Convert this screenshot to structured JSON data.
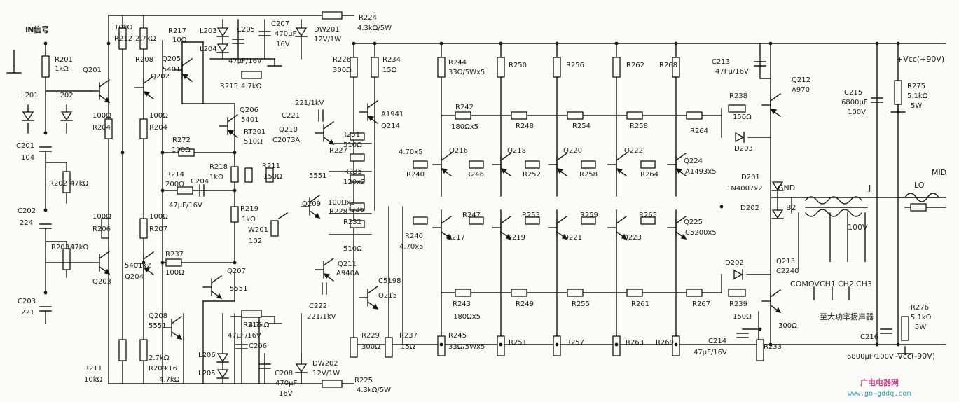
{
  "diagram": {
    "in_label": "IN信号",
    "top_rail": "+Vcc(+90V)",
    "bottom_rail": "-Vcc(-90V)",
    "gnd_label": "GND",
    "j_label": "J",
    "lo_label": "LO",
    "mid_label": "MID",
    "b2_label": "B2",
    "tap_voltage": "100V",
    "output_labels": [
      "COMOV",
      "CH1",
      "CH2",
      "CH3"
    ],
    "speaker_note": "至大功率扬声器",
    "watermark_top": "广电电器网",
    "watermark_bottom": "www.go-gddq.com",
    "labels": [
      {
        "id": "r201",
        "text": "R201"
      },
      {
        "id": "r201v",
        "text": "1kΩ"
      },
      {
        "id": "q201",
        "text": "Q201"
      },
      {
        "id": "r212",
        "text": "R212"
      },
      {
        "id": "r212v",
        "text": "10kΩ"
      },
      {
        "id": "r208",
        "text": "R208"
      },
      {
        "id": "r208v",
        "text": "2.7kΩ"
      },
      {
        "id": "r217",
        "text": "R217"
      },
      {
        "id": "r217v",
        "text": "10Ω"
      },
      {
        "id": "l203",
        "text": "L203"
      },
      {
        "id": "l204",
        "text": "L204"
      },
      {
        "id": "c205",
        "text": "C205"
      },
      {
        "id": "c207",
        "text": "C207"
      },
      {
        "id": "c207v",
        "text": "470μF"
      },
      {
        "id": "c207v2",
        "text": "16V"
      },
      {
        "id": "dw201",
        "text": "DW201"
      },
      {
        "id": "dw201v",
        "text": "12V/1W"
      },
      {
        "id": "r224",
        "text": "R224"
      },
      {
        "id": "r224v",
        "text": "4.3kΩ/5W"
      },
      {
        "id": "q205",
        "text": "Q205"
      },
      {
        "id": "q205v",
        "text": "5401"
      },
      {
        "id": "c205v",
        "text": "47μF/16V"
      },
      {
        "id": "r215",
        "text": "R215"
      },
      {
        "id": "r215v",
        "text": "4.7kΩ"
      },
      {
        "id": "r226",
        "text": "R226"
      },
      {
        "id": "r226v",
        "text": "300Ω"
      },
      {
        "id": "r234",
        "text": "R234"
      },
      {
        "id": "r234v",
        "text": "15Ω"
      },
      {
        "id": "r244",
        "text": "R244"
      },
      {
        "id": "r244v",
        "text": "33Ω/5Wx5"
      },
      {
        "id": "r250",
        "text": "R250"
      },
      {
        "id": "r256",
        "text": "R256"
      },
      {
        "id": "r262",
        "text": "R262"
      },
      {
        "id": "r268",
        "text": "R268"
      },
      {
        "id": "c213",
        "text": "C213"
      },
      {
        "id": "c213v",
        "text": "47Fμ/16V"
      },
      {
        "id": "q212",
        "text": "Q212"
      },
      {
        "id": "q212v",
        "text": "A970"
      },
      {
        "id": "c215",
        "text": "C215"
      },
      {
        "id": "c215v",
        "text": "6800μF"
      },
      {
        "id": "c215v2",
        "text": "100V"
      },
      {
        "id": "r275",
        "text": "R275"
      },
      {
        "id": "r275v",
        "text": "5.1kΩ"
      },
      {
        "id": "r275v2",
        "text": "5W"
      },
      {
        "id": "l201",
        "text": "L201"
      },
      {
        "id": "l202",
        "text": "L202"
      },
      {
        "id": "r204a",
        "text": "R204"
      },
      {
        "id": "r204av",
        "text": "100Ω"
      },
      {
        "id": "q202",
        "text": "Q202"
      },
      {
        "id": "r204b",
        "text": "R204"
      },
      {
        "id": "r204bv",
        "text": "100Ω"
      },
      {
        "id": "q206",
        "text": "Q206"
      },
      {
        "id": "q206v",
        "text": "5401"
      },
      {
        "id": "c221",
        "text": "C221"
      },
      {
        "id": "c221v",
        "text": "221/1kV"
      },
      {
        "id": "q210",
        "text": "Q210"
      },
      {
        "id": "q210v",
        "text": "C2073A"
      },
      {
        "id": "r231",
        "text": "R231"
      },
      {
        "id": "r231v",
        "text": "510Ω"
      },
      {
        "id": "q214",
        "text": "Q214"
      },
      {
        "id": "q214v",
        "text": "A1941"
      },
      {
        "id": "r242",
        "text": "R242"
      },
      {
        "id": "r242v",
        "text": "180Ωx5"
      },
      {
        "id": "r248",
        "text": "R248"
      },
      {
        "id": "r254",
        "text": "R254"
      },
      {
        "id": "r258",
        "text": "R258"
      },
      {
        "id": "r264a",
        "text": "R264"
      },
      {
        "id": "r238",
        "text": "R238"
      },
      {
        "id": "r238v",
        "text": "150Ω"
      },
      {
        "id": "d203",
        "text": "D203"
      },
      {
        "id": "c201",
        "text": "C201"
      },
      {
        "id": "c201v",
        "text": "104"
      },
      {
        "id": "r272",
        "text": "R272"
      },
      {
        "id": "r272v",
        "text": "100Ω"
      },
      {
        "id": "rt201",
        "text": "RT201"
      },
      {
        "id": "rt201v",
        "text": "510Ω"
      },
      {
        "id": "r227",
        "text": "R227"
      },
      {
        "id": "r235",
        "text": "R235"
      },
      {
        "id": "r235v",
        "text": "120x2"
      },
      {
        "id": "q216",
        "text": "Q216"
      },
      {
        "id": "q218",
        "text": "Q218"
      },
      {
        "id": "q220",
        "text": "Q220"
      },
      {
        "id": "q222",
        "text": "Q222"
      },
      {
        "id": "q224",
        "text": "Q224"
      },
      {
        "id": "q224v",
        "text": "A1493x5"
      },
      {
        "id": "d201",
        "text": "D201"
      },
      {
        "id": "d201v",
        "text": "1N4007x2"
      },
      {
        "id": "r202",
        "text": "R202"
      },
      {
        "id": "r202v",
        "text": "47kΩ"
      },
      {
        "id": "r214",
        "text": "R214"
      },
      {
        "id": "r214v",
        "text": "200Ω"
      },
      {
        "id": "c204",
        "text": "C204"
      },
      {
        "id": "c204v",
        "text": "47μF/16V"
      },
      {
        "id": "r218",
        "text": "R218"
      },
      {
        "id": "r218v",
        "text": "1kΩ"
      },
      {
        "id": "r211a",
        "text": "R211"
      },
      {
        "id": "r211av",
        "text": "150Ω"
      },
      {
        "id": "q209v",
        "text": "5551"
      },
      {
        "id": "q209v2",
        "text": "Q209"
      },
      {
        "id": "r228",
        "text": "R228"
      },
      {
        "id": "r228v",
        "text": "100Ωx2"
      },
      {
        "id": "r240a",
        "text": "R240"
      },
      {
        "id": "r240av",
        "text": "4.70x5"
      },
      {
        "id": "r246",
        "text": "R246"
      },
      {
        "id": "r252",
        "text": "R252"
      },
      {
        "id": "r258b",
        "text": "R258"
      },
      {
        "id": "r264b",
        "text": "R264"
      },
      {
        "id": "c202",
        "text": "C202"
      },
      {
        "id": "c202v",
        "text": "224"
      },
      {
        "id": "r206",
        "text": "R206"
      },
      {
        "id": "r206v",
        "text": "100Ω"
      },
      {
        "id": "r207",
        "text": "R207"
      },
      {
        "id": "r207v",
        "text": "100Ω"
      },
      {
        "id": "r219",
        "text": "R219"
      },
      {
        "id": "r219v",
        "text": "1kΩ"
      },
      {
        "id": "w201",
        "text": "W201"
      },
      {
        "id": "w201v",
        "text": "102"
      },
      {
        "id": "r236",
        "text": "R236"
      },
      {
        "id": "r232",
        "text": "R232"
      },
      {
        "id": "r232v",
        "text": "510Ω"
      },
      {
        "id": "q217",
        "text": "Q217"
      },
      {
        "id": "r247",
        "text": "R247"
      },
      {
        "id": "q219",
        "text": "Q219"
      },
      {
        "id": "r253",
        "text": "R253"
      },
      {
        "id": "q221",
        "text": "Q221"
      },
      {
        "id": "r259",
        "text": "R259"
      },
      {
        "id": "q223",
        "text": "Q223"
      },
      {
        "id": "r265",
        "text": "R265"
      },
      {
        "id": "q225",
        "text": "Q225"
      },
      {
        "id": "q225v",
        "text": "C5200x5"
      },
      {
        "id": "d202a",
        "text": "D202"
      },
      {
        "id": "r203",
        "text": "R203"
      },
      {
        "id": "r203v",
        "text": "47kΩ"
      },
      {
        "id": "q203",
        "text": "Q203"
      },
      {
        "id": "q204",
        "text": "Q204"
      },
      {
        "id": "q204v",
        "text": "5401x2"
      },
      {
        "id": "r237a",
        "text": "R237"
      },
      {
        "id": "r237av",
        "text": "100Ω"
      },
      {
        "id": "q207",
        "text": "Q207"
      },
      {
        "id": "q207v",
        "text": "5551"
      },
      {
        "id": "q211",
        "text": "Q211"
      },
      {
        "id": "q211v",
        "text": "A940A"
      },
      {
        "id": "q215",
        "text": "Q215"
      },
      {
        "id": "q215v",
        "text": "C5198"
      },
      {
        "id": "r240b",
        "text": "R240"
      },
      {
        "id": "r240bv",
        "text": "4.70x5"
      },
      {
        "id": "d202b",
        "text": "D202"
      },
      {
        "id": "q213",
        "text": "Q213"
      },
      {
        "id": "q213v",
        "text": "C2240"
      },
      {
        "id": "c203",
        "text": "C203"
      },
      {
        "id": "c203v",
        "text": "221"
      },
      {
        "id": "q208",
        "text": "Q208"
      },
      {
        "id": "q208v",
        "text": "5551"
      },
      {
        "id": "r216a",
        "text": "R216"
      },
      {
        "id": "r216av",
        "text": "4.7kΩ"
      },
      {
        "id": "c206",
        "text": "C206"
      },
      {
        "id": "c206v",
        "text": "47μF/16V"
      },
      {
        "id": "c222",
        "text": "C222"
      },
      {
        "id": "c222v",
        "text": "221/1kV"
      },
      {
        "id": "r243",
        "text": "R243"
      },
      {
        "id": "r243v",
        "text": "180Ωx5"
      },
      {
        "id": "r249",
        "text": "R249"
      },
      {
        "id": "r255",
        "text": "R255"
      },
      {
        "id": "r261",
        "text": "R261"
      },
      {
        "id": "r267",
        "text": "R267"
      },
      {
        "id": "r239",
        "text": "R239"
      },
      {
        "id": "r239v",
        "text": "150Ω"
      },
      {
        "id": "r211b",
        "text": "R211"
      },
      {
        "id": "r211bv",
        "text": "10kΩ"
      },
      {
        "id": "r209",
        "text": "R209"
      },
      {
        "id": "r209v",
        "text": "2.7kΩ"
      },
      {
        "id": "r216b",
        "text": "R216"
      },
      {
        "id": "r216bv",
        "text": "4.7kΩ"
      },
      {
        "id": "l206",
        "text": "L206"
      },
      {
        "id": "l205",
        "text": "L205"
      },
      {
        "id": "c208",
        "text": "C208"
      },
      {
        "id": "c208v",
        "text": "470μF"
      },
      {
        "id": "c208v2",
        "text": "16V"
      },
      {
        "id": "dw202",
        "text": "DW202"
      },
      {
        "id": "dw202v",
        "text": "12V/1W"
      },
      {
        "id": "r225",
        "text": "R225"
      },
      {
        "id": "r225v",
        "text": "4.3kΩ/5W"
      },
      {
        "id": "r229",
        "text": "R229"
      },
      {
        "id": "r229v",
        "text": "300Ω"
      },
      {
        "id": "r237b",
        "text": "R237"
      },
      {
        "id": "r237bv",
        "text": "15Ω"
      },
      {
        "id": "r245",
        "text": "R245"
      },
      {
        "id": "r245v",
        "text": "33Ω/5Wx5"
      },
      {
        "id": "r251",
        "text": "R251"
      },
      {
        "id": "r257",
        "text": "R257"
      },
      {
        "id": "r263",
        "text": "R263"
      },
      {
        "id": "r269",
        "text": "R269"
      },
      {
        "id": "c214",
        "text": "C214"
      },
      {
        "id": "c214v",
        "text": "47μF/16V"
      },
      {
        "id": "r233",
        "text": "R233"
      },
      {
        "id": "r233v",
        "text": "300Ω"
      },
      {
        "id": "c216",
        "text": "C216"
      },
      {
        "id": "c216v",
        "text": "6800μF/100V"
      },
      {
        "id": "r276",
        "text": "R276"
      },
      {
        "id": "r276v",
        "text": "5.1kΩ"
      },
      {
        "id": "r276v2",
        "text": "5W"
      }
    ]
  }
}
